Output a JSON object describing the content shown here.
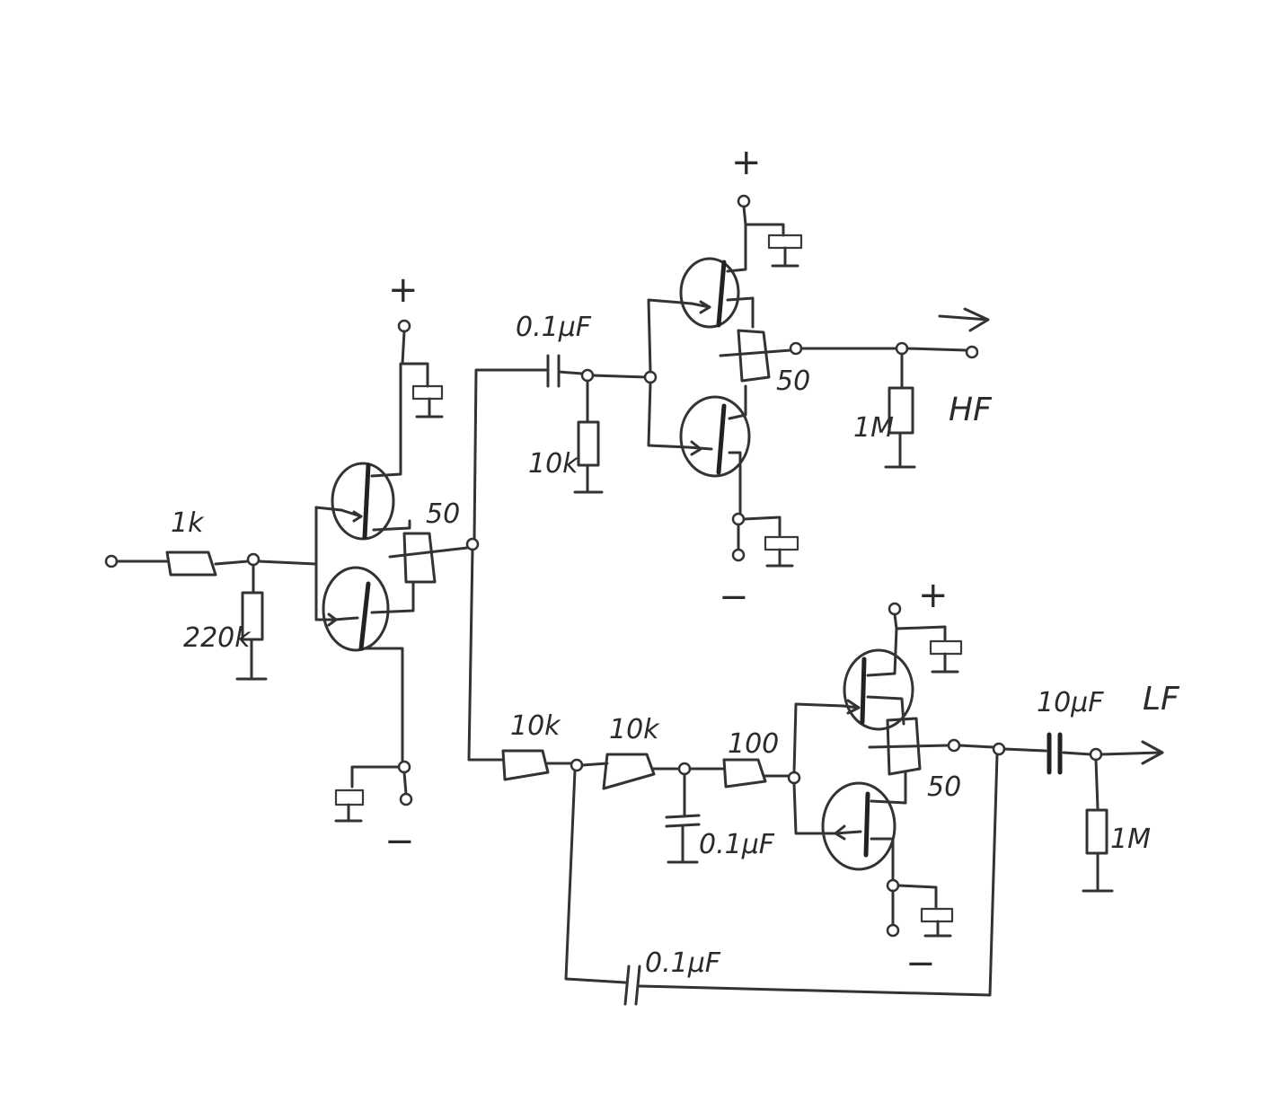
{
  "labels": {
    "r_in": "1k",
    "r_bias": "220k",
    "r_emit_input": "50",
    "c_hf": "0.1μF",
    "r_hf": "10k",
    "r_emit_hf": "50",
    "r_out_hf": "1M",
    "out_hf": "HF",
    "r_lp1": "10k",
    "r_lp2": "10k",
    "r_lp3": "100",
    "c_lp": "0.1μF",
    "r_emit_lf": "50",
    "c_out_lf": "10μF",
    "out_lf": "LF",
    "r_out_lf": "1M",
    "c_feedback": "0.1μF"
  },
  "supply": {
    "plus": "+",
    "minus": "−"
  },
  "colors": {
    "ink": "#333333",
    "paper": "#ffffff"
  }
}
